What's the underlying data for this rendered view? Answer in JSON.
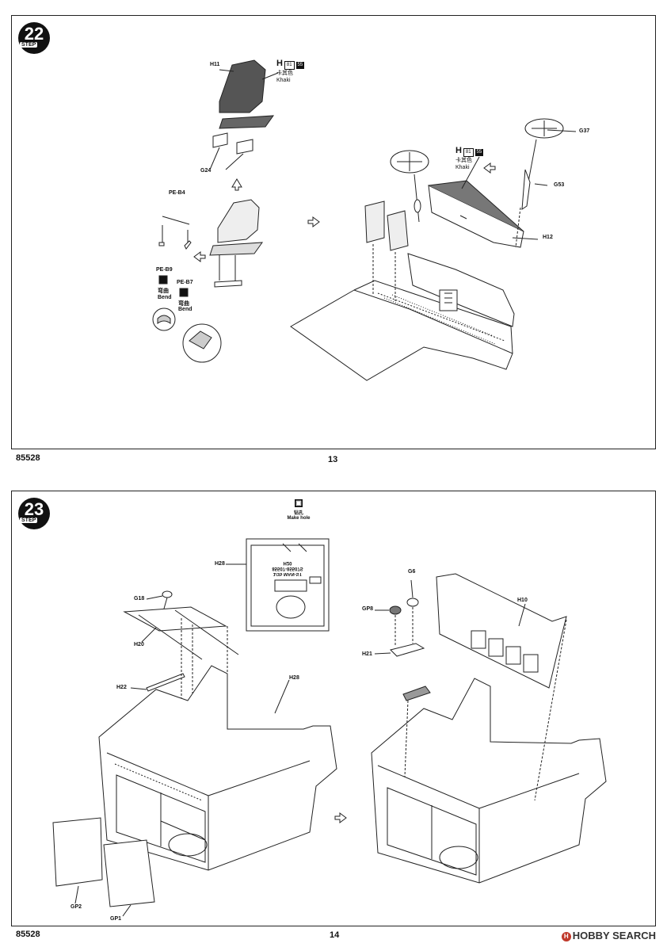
{
  "page_top": {
    "step": "22",
    "step_label": "STEP",
    "footer_code": "85528",
    "page_number": "13",
    "parts": {
      "seat": "H11",
      "seat_rails": "G24",
      "photo_etch": "PE-B4",
      "pe_b9": "PE-B9",
      "pe_b7": "PE-B7",
      "bend_cn_1": "弯曲",
      "bend_1": "Bend",
      "bend_cn_2": "弯曲",
      "bend_2": "Bend",
      "wheel": "G37",
      "column": "G53",
      "bench": "H12"
    },
    "paint_1": {
      "h": "H",
      "code": "81",
      "mr": "55",
      "cn": "卡其色",
      "en": "Khaki"
    },
    "paint_2": {
      "h": "H",
      "code": "81",
      "mr": "55",
      "cn": "卡其色",
      "en": "Khaki"
    }
  },
  "page_bottom": {
    "step": "23",
    "step_label": "STEP",
    "footer_code": "85528",
    "page_number": "14",
    "hole_note": {
      "icon": "drill-icon",
      "cn": "钻孔",
      "en": "Make hole"
    },
    "inset_text": {
      "line1": "1/35 MAN-ST",
      "line2": "85507-85507S",
      "line3": "H20"
    },
    "parts": {
      "inset_part": "H28",
      "g18": "G18",
      "h20": "H20",
      "h22": "H22",
      "h28": "H28",
      "gp2": "GP2",
      "gp1": "GP1",
      "g6": "G6",
      "gp8": "GP8",
      "h21": "H21",
      "h10": "H10"
    }
  },
  "watermark": {
    "text": "HOBBY SEARCH",
    "mark": "H"
  }
}
